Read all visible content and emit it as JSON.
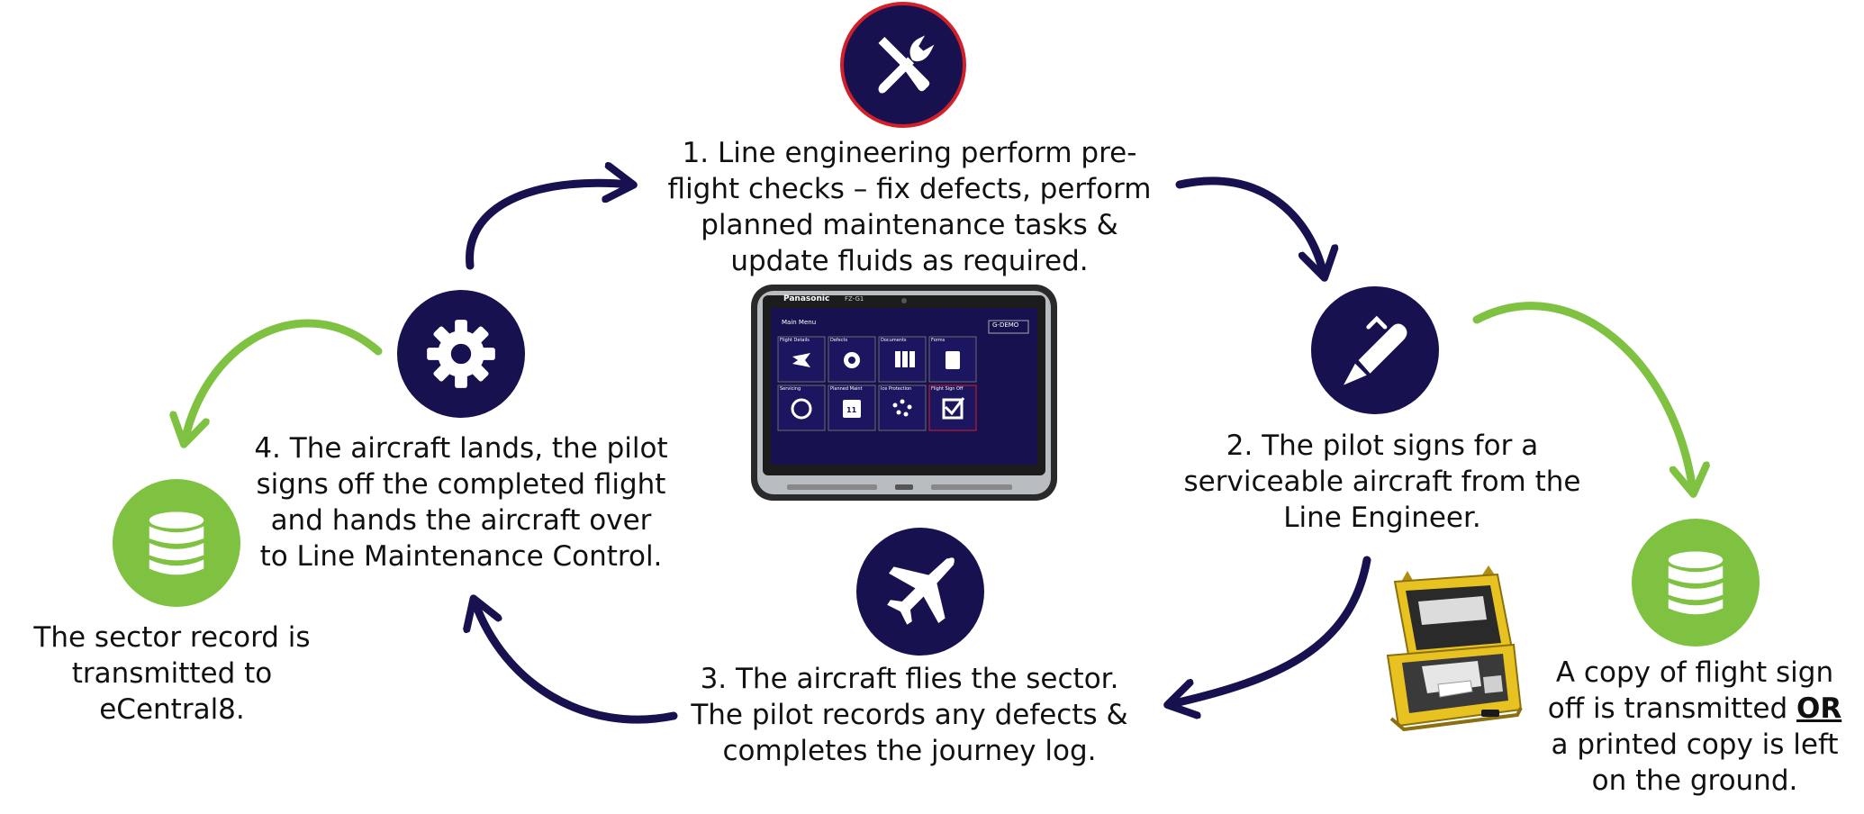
{
  "steps": {
    "step1": {
      "text": "1. Line engineering perform pre-flight checks – fix defects, perform planned maintenance tasks & update fluids as required.",
      "icon": "tools-icon"
    },
    "step2": {
      "text": "2. The pilot signs for a serviceable aircraft from the Line Engineer.",
      "icon": "pen-icon"
    },
    "step3": {
      "text": "3. The aircraft flies the sector. The pilot records any defects & completes the journey log.",
      "icon": "airplane-icon"
    },
    "step4": {
      "text": "4. The aircraft lands, the pilot signs off the completed flight and hands the aircraft over to Line Maintenance Control.",
      "icon": "gear-icon"
    }
  },
  "notes": {
    "sector": {
      "text": "The sector record is transmitted to eCentral8.",
      "icon": "database-icon"
    },
    "copy": {
      "before": "A copy of flight sign off is transmitted ",
      "emphasis": "OR",
      "after": " a printed copy is left on the ground.",
      "icon": "database-icon"
    }
  },
  "tablet": {
    "brand": "Panasonic",
    "model": "FZ-G1",
    "menu_title": "Main Menu",
    "aircraft_reg": "G-DEMO",
    "tiles": [
      {
        "label": "Flight Details",
        "icon": "airplane-icon"
      },
      {
        "label": "Defects",
        "icon": "gear-icon"
      },
      {
        "label": "Documents",
        "icon": "books-icon"
      },
      {
        "label": "Forms",
        "icon": "clipboard-icon"
      },
      {
        "label": "Servicing",
        "icon": "gauge-icon"
      },
      {
        "label": "Planned Maint",
        "icon": "calendar-icon"
      },
      {
        "label": "Ice Protection",
        "icon": "snowflake-icon"
      },
      {
        "label": "Flight Sign Off",
        "icon": "checkbox-icon"
      }
    ],
    "calendar_day": "11"
  },
  "colors": {
    "navy": "#17124f",
    "green": "#7fc242",
    "red_ring": "#d0202a",
    "case_yellow": "#e8c220"
  }
}
